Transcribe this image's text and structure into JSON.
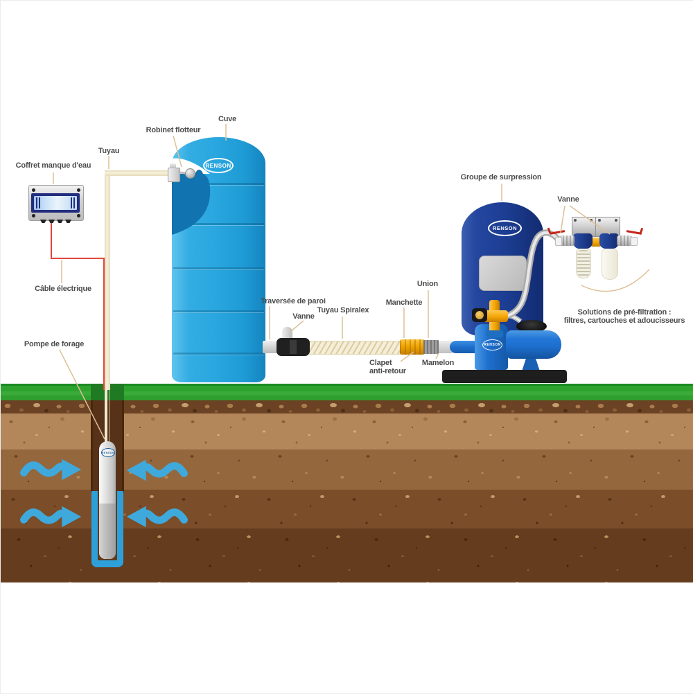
{
  "diagram": {
    "brand": "RENSON",
    "labels": {
      "coffret": "Coffret manque d'eau",
      "tuyau": "Tuyau",
      "robinet_flotteur": "Robinet flotteur",
      "cuve": "Cuve",
      "cable_electrique": "Câble électrique",
      "pompe_de_forage": "Pompe de forage",
      "traversee_de_paroi": "Traversée de paroi",
      "vanne_cuve": "Vanne",
      "tuyau_spiralex": "Tuyau Spiralex",
      "manchette": "Manchette",
      "union": "Union",
      "clapet_line1": "Clapet",
      "clapet_line2": "anti-retour",
      "mamelon": "Mamelon",
      "groupe_de_surpression": "Groupe de surpression",
      "vanne_filtration": "Vanne",
      "solutions_line1": "Solutions de pré-filtration :",
      "solutions_line2": "filtres, cartouches et adoucisseurs"
    },
    "colors": {
      "tank_blue": "#2AA7DF",
      "cutaway_water": "#1173AF",
      "vessel_navy": "#1C3D92",
      "pump_blue": "#1D6FCE",
      "casing_blue": "#2D9FD9",
      "arrow_blue": "#3FA9DC",
      "grass_green": "#2FA42F",
      "soil_tan": "#B4875B",
      "soil_dark": "#663C1E",
      "accent_orange": "#F3A504",
      "pipe_cream": "#F2ECD4",
      "label_text": "#4C4C4C",
      "pointer_tan": "#DCC096",
      "cable_red": "#E0473B",
      "black": "#1E1E1E"
    }
  }
}
